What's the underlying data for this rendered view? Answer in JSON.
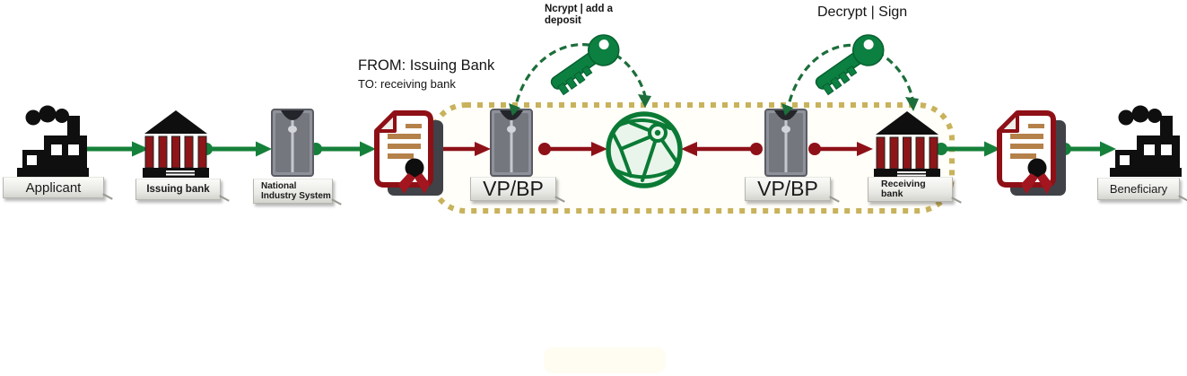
{
  "annotations": {
    "from_to": {
      "from": "FROM: Issuing Bank",
      "to": "TO: receiving bank"
    },
    "encrypt_key": {
      "line1": "Ncrypt | add a",
      "line2": "deposit"
    },
    "decrypt_key": {
      "label": "Decrypt | Sign"
    }
  },
  "nodes": {
    "applicant": {
      "label": "Applicant"
    },
    "issuing_bank": {
      "label": "Issuing bank"
    },
    "national_industry_system": {
      "line1": "National",
      "line2": "Industry System"
    },
    "vpbp_left": {
      "label": "VP/BP"
    },
    "vpbp_right": {
      "label": "VP/BP"
    },
    "receiving_bank": {
      "line1": "Receiving",
      "line2": "bank"
    },
    "beneficiary": {
      "label": "Beneficiary"
    }
  },
  "colors": {
    "flow_green": "#15803a",
    "flow_dark_red": "#8e1118",
    "key_green": "#0c8040",
    "zone_dash_khaki": "#c8b25c",
    "bank_column_red": "#8e1518",
    "document_border_red": "#8e1016",
    "silhouette_black": "#0f0f0f",
    "server_gray": "#8f919a"
  }
}
